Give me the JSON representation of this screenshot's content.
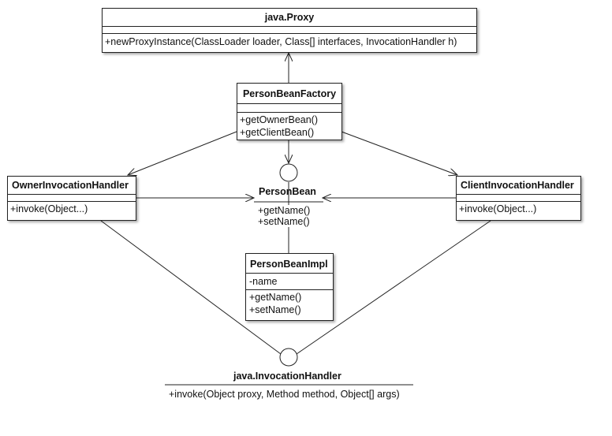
{
  "proxy": {
    "name": "java.Proxy",
    "method": "+newProxyInstance(ClassLoader loader, Class[] interfaces, InvocationHandler h)"
  },
  "factory": {
    "name": "PersonBeanFactory",
    "methods": [
      "+getOwnerBean()",
      "+getClientBean()"
    ]
  },
  "owner_handler": {
    "name": "OwnerInvocationHandler",
    "method": "+invoke(Object...)"
  },
  "client_handler": {
    "name": "ClientInvocationHandler",
    "method": "+invoke(Object...)"
  },
  "person_bean": {
    "name": "PersonBean",
    "methods": [
      "+getName()",
      "+setName()"
    ]
  },
  "person_bean_impl": {
    "name": "PersonBeanImpl",
    "attribute": "-name",
    "methods": [
      "+getName()",
      "+setName()"
    ]
  },
  "invocation_handler": {
    "name": "java.InvocationHandler",
    "method": "+invoke(Object proxy, Method method, Object[] args)"
  }
}
